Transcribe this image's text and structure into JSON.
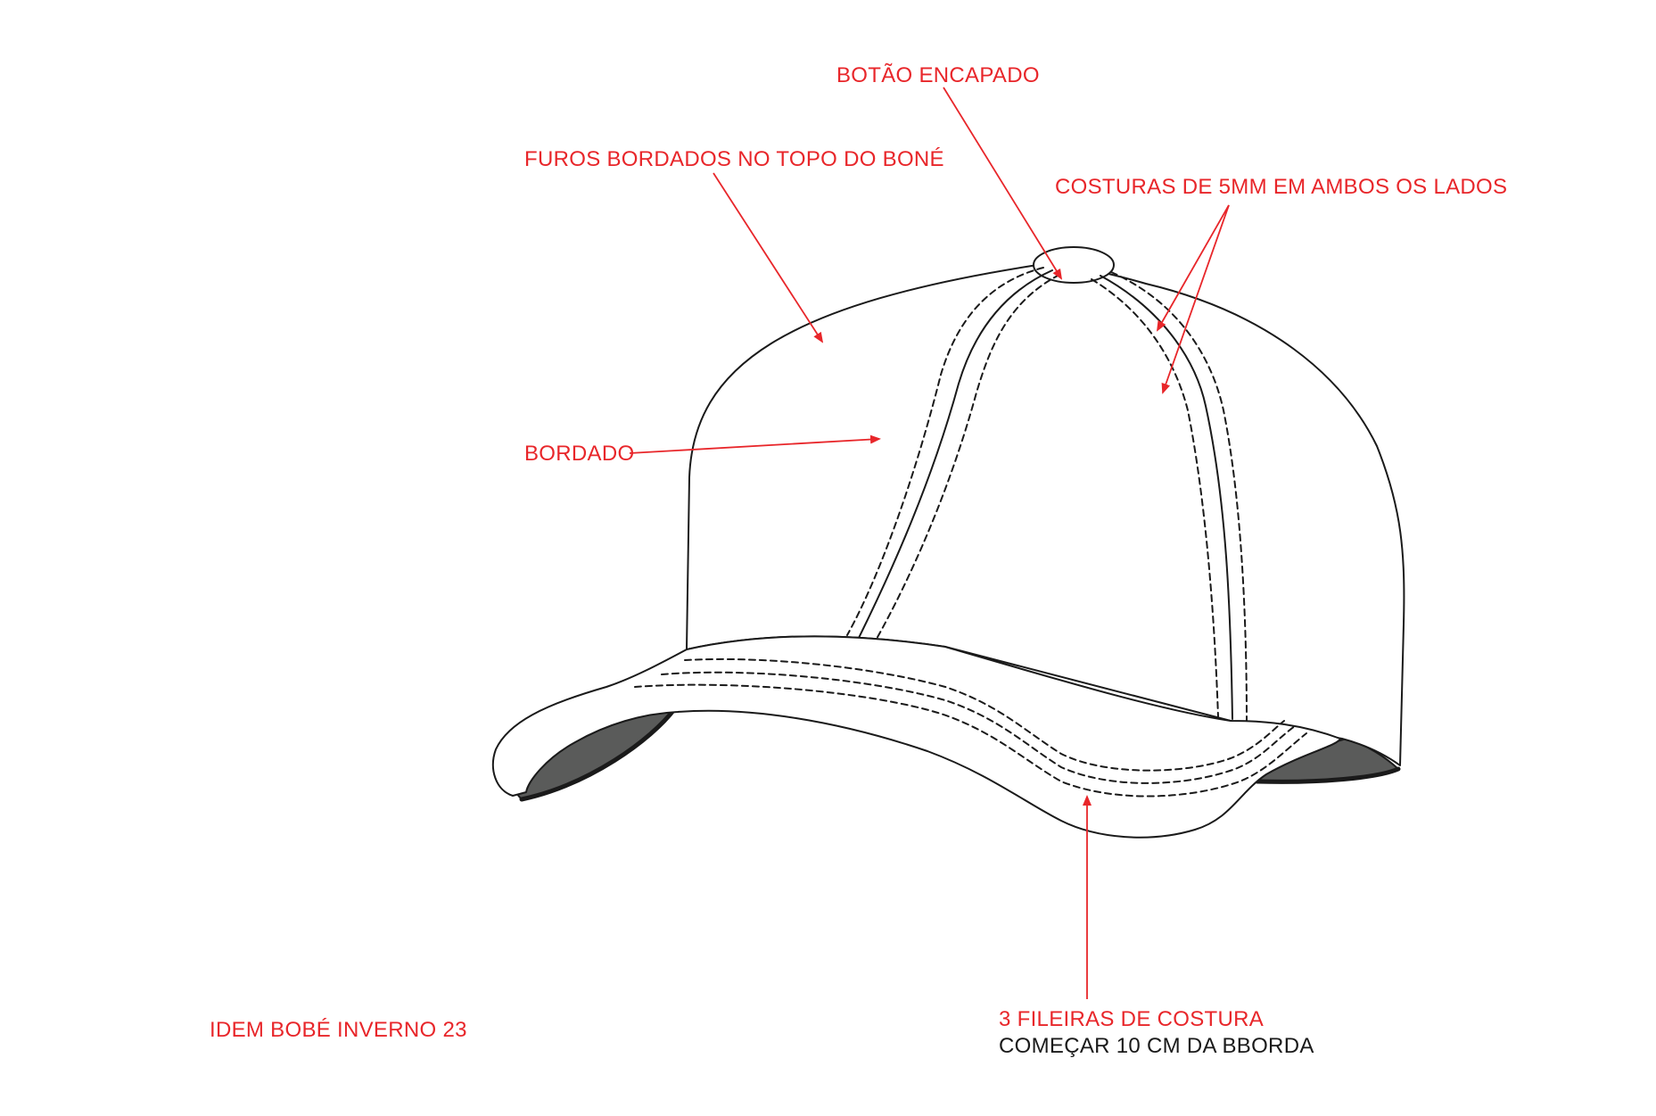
{
  "colors": {
    "annotation": "#e8262a",
    "outline": "#1a1a1a",
    "underbrim": "#5a5b5a",
    "note_black": "#1a1a1a"
  },
  "labels": {
    "button": "BOTÃO ENCAPADO",
    "holes": "FUROS BORDADOS NO TOPO DO BONÉ",
    "seams": "COSTURAS DE 5MM EM AMBOS OS LADOS",
    "embroidery": "BORDADO",
    "brim_rows": "3 FILEIRAS DE COSTURA",
    "brim_start": "COMEÇAR 10 CM DA BBORDA",
    "reference": "IDEM BOBÉ INVERNO 23"
  }
}
